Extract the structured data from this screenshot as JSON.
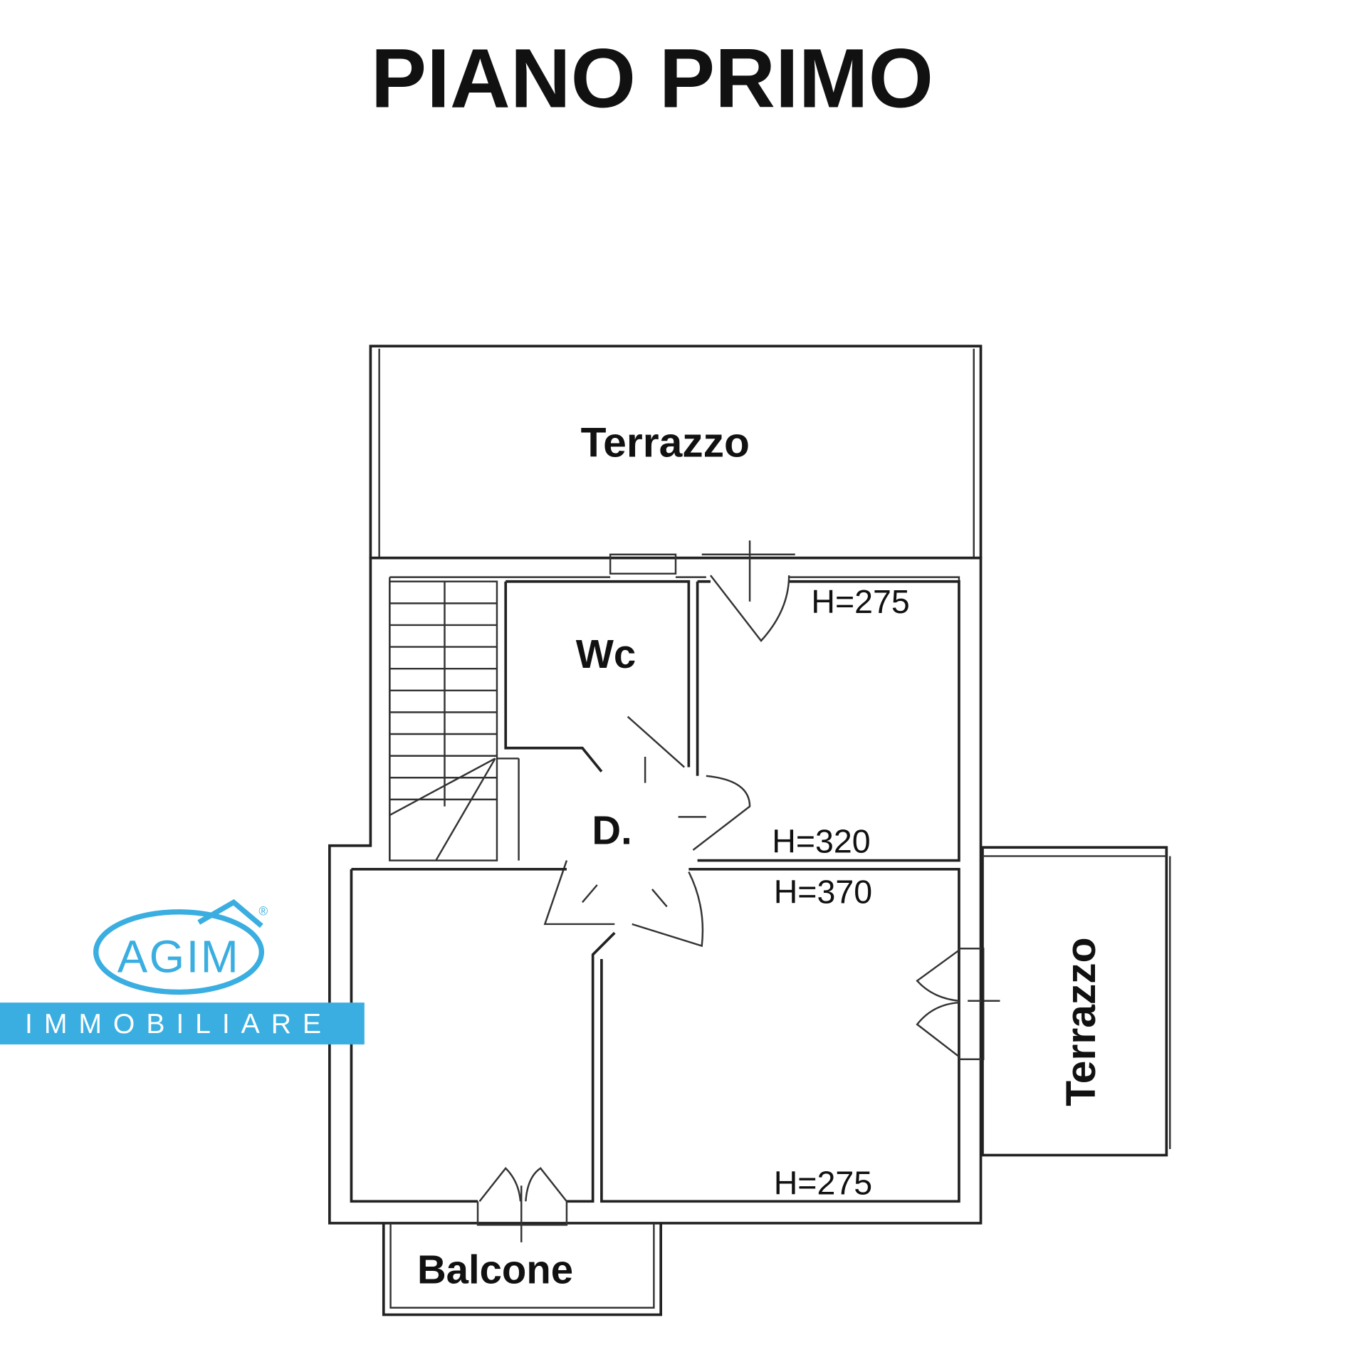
{
  "title": "PIANO PRIMO",
  "rooms": {
    "terrazzo_top": "Terrazzo",
    "wc": "Wc",
    "disimpegno": "D.",
    "terrazzo_right": "Terrazzo",
    "balcone": "Balcone"
  },
  "heights": {
    "top_right": "H=275",
    "mid_upper": "H=320",
    "mid_lower": "H=370",
    "bottom_right": "H=275"
  },
  "logo": {
    "brand": "AGIM",
    "subtitle": "IMMOBILIARE",
    "registered": "®",
    "color": "#3aaee0"
  }
}
